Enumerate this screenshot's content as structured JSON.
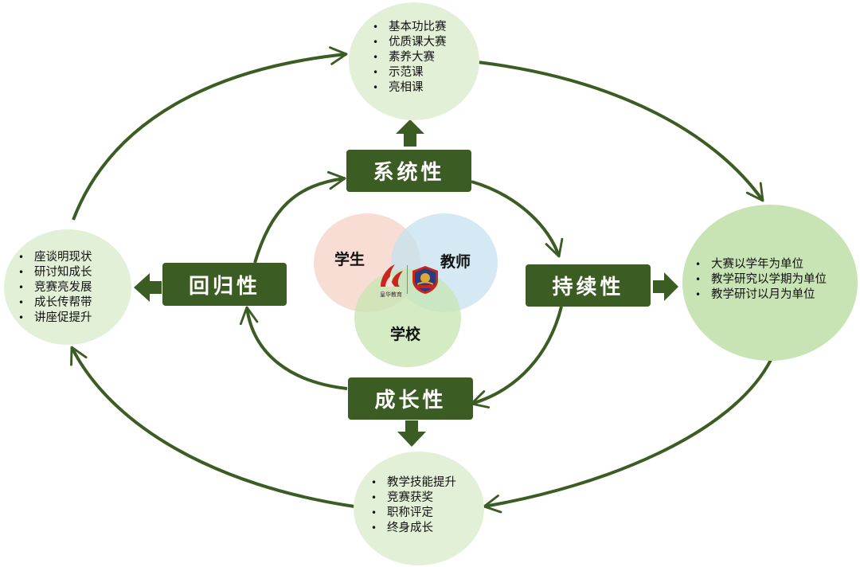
{
  "colors": {
    "dark_green": "#3b5c23",
    "node_green": "#e3f0d8",
    "node_green_right": "#c8e3b4",
    "venn_student": "#f6d8cf",
    "venn_teacher": "#cfe5ef",
    "venn_school": "#d3ebc3",
    "logo_red": "#c8261f",
    "logo_navy": "#2b3a7a",
    "logo_gold": "#d9a93a"
  },
  "top_node": {
    "items": [
      "基本功比赛",
      "优质课大赛",
      "素养大赛",
      "示范课",
      "亮相课"
    ]
  },
  "right_node": {
    "items": [
      "大赛以学年为单位",
      "教学研究以学期为单位",
      "教学研讨以月为单位"
    ]
  },
  "bottom_node": {
    "items": [
      "教学技能提升",
      "竞赛获奖",
      "职称评定",
      "终身成长"
    ]
  },
  "left_node": {
    "items": [
      "座谈明现状",
      "研讨知成长",
      "竞赛亮发展",
      "成长传帮带",
      "讲座促提升"
    ]
  },
  "labels": {
    "top": "系统性",
    "right": "持续性",
    "bottom": "成长性",
    "left": "回归性"
  },
  "venn": {
    "student": "学生",
    "teacher": "教师",
    "school": "学校"
  },
  "logo": {
    "left_text": "皇华教育"
  }
}
